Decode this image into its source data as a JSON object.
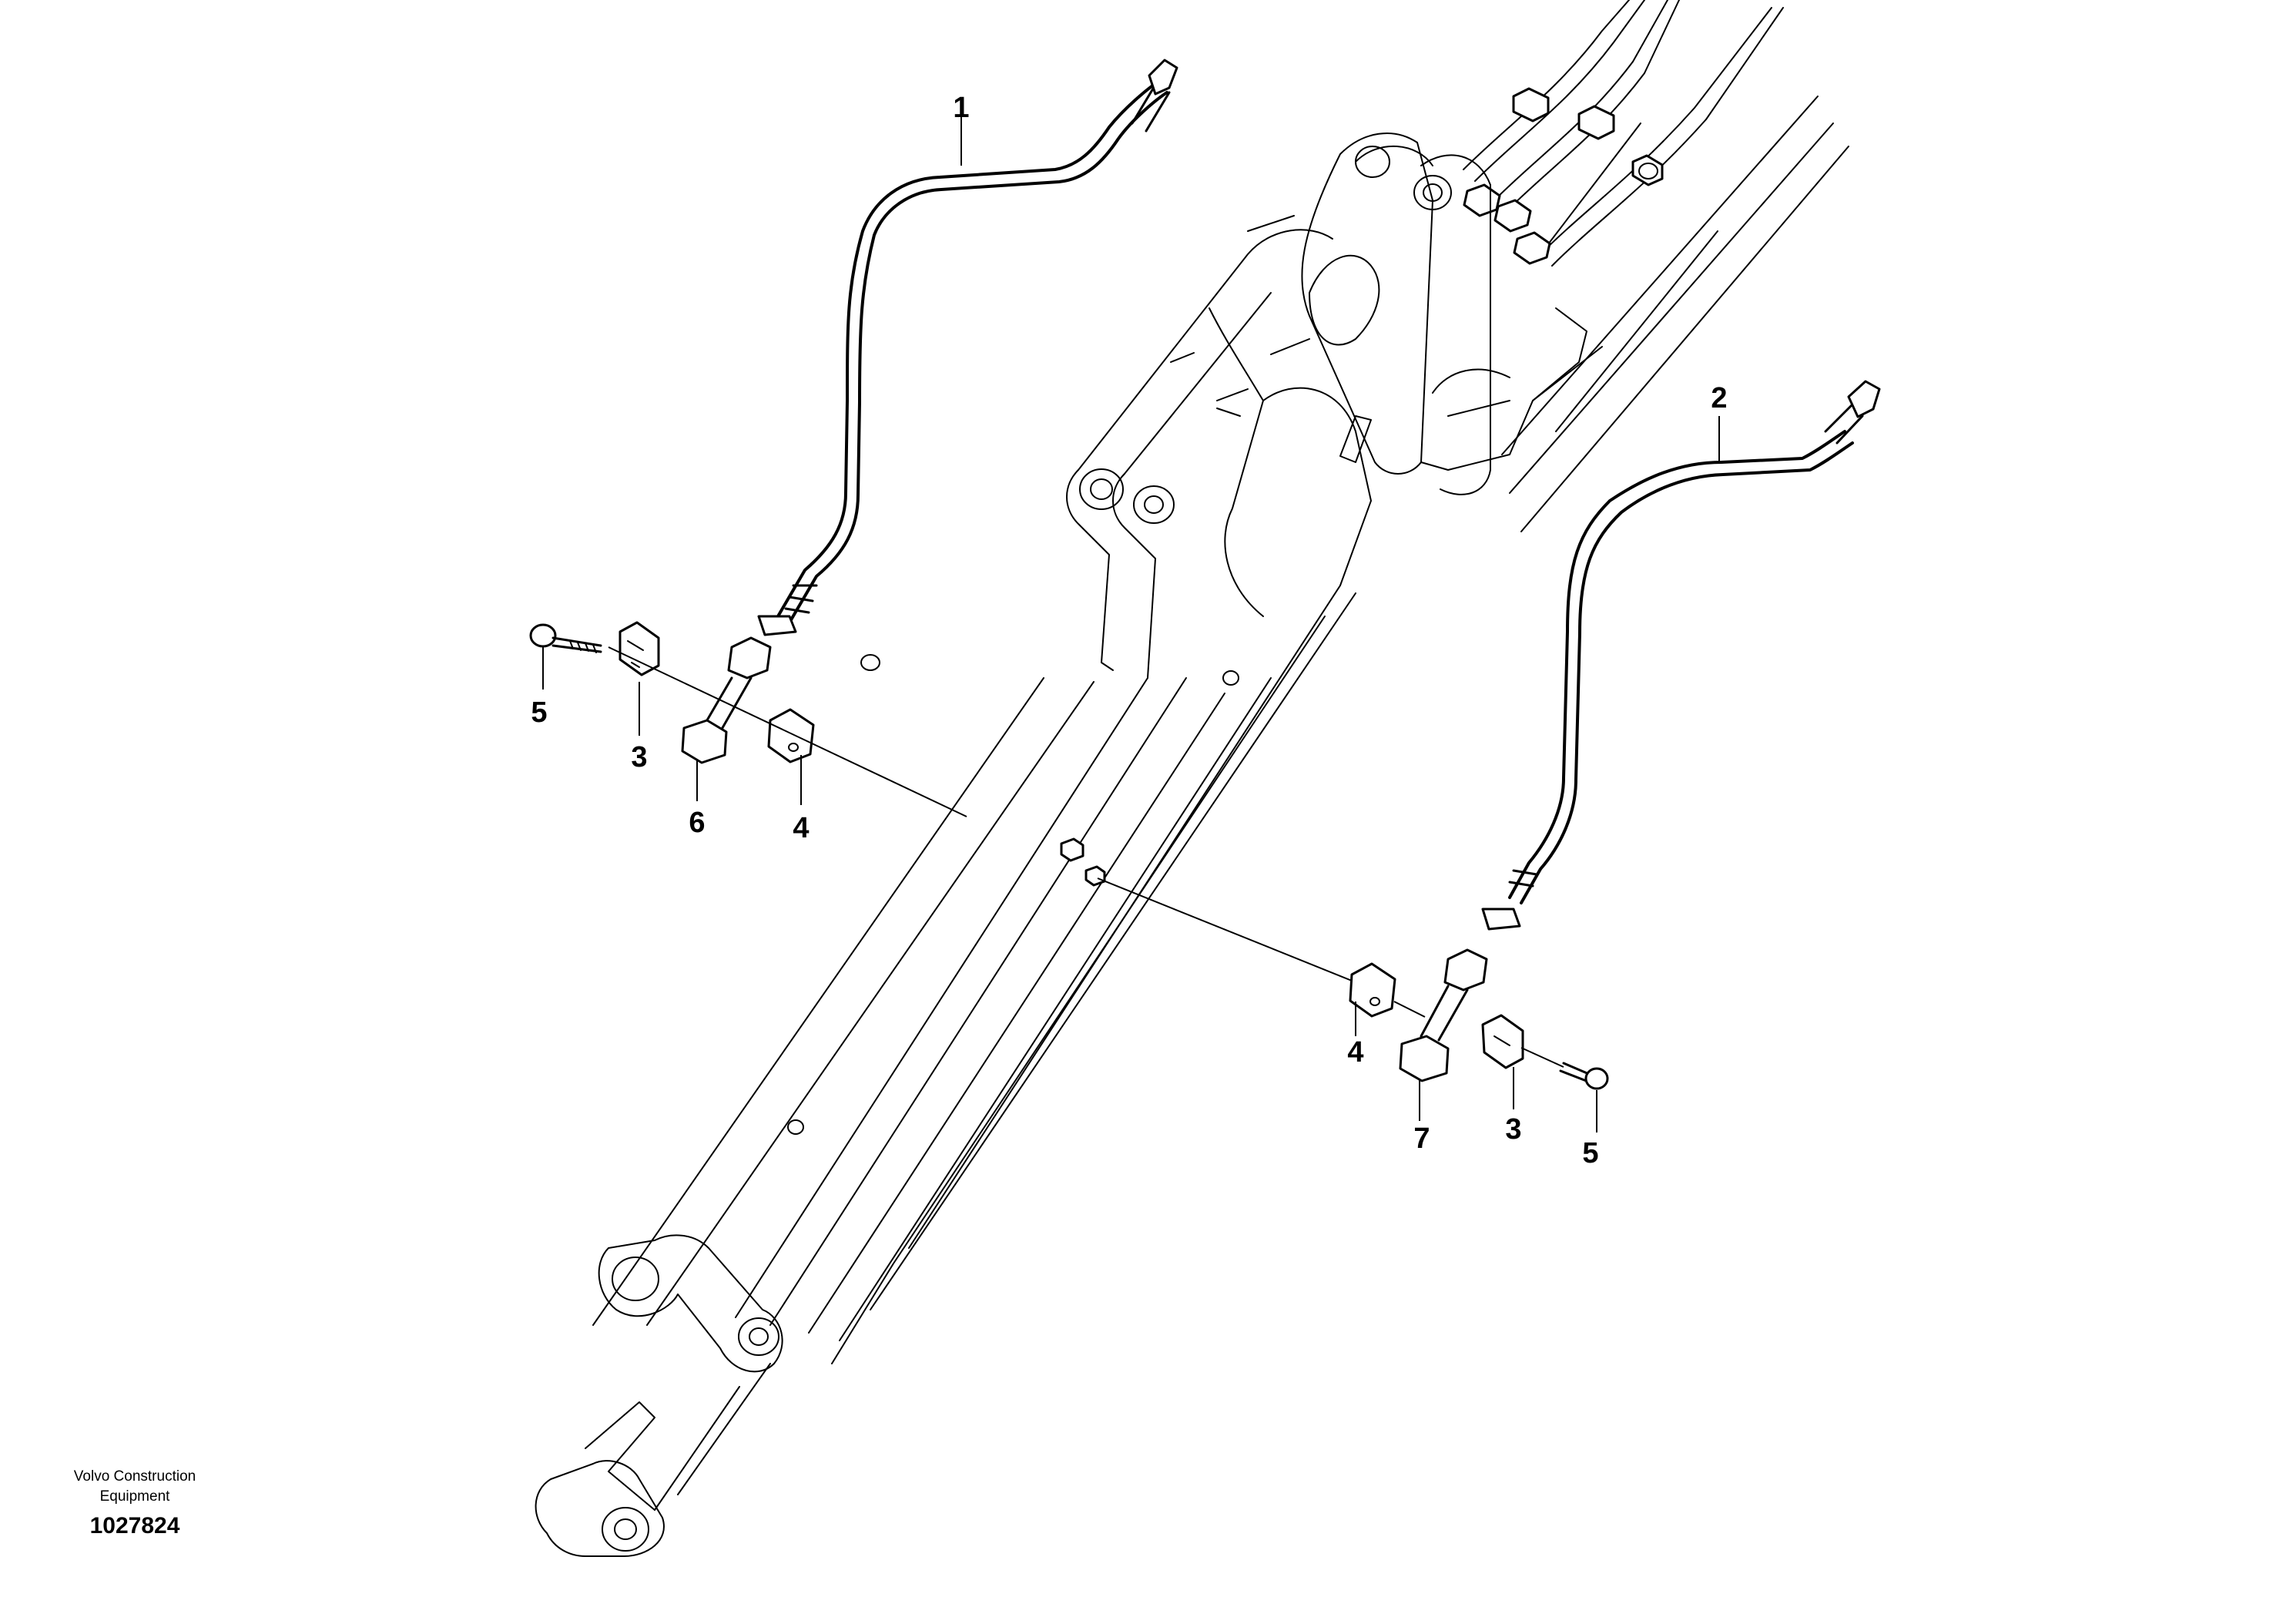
{
  "diagram": {
    "callouts": [
      {
        "id": "1",
        "label": "1"
      },
      {
        "id": "2",
        "label": "2"
      },
      {
        "id": "3a",
        "label": "3"
      },
      {
        "id": "3b",
        "label": "3"
      },
      {
        "id": "4a",
        "label": "4"
      },
      {
        "id": "4b",
        "label": "4"
      },
      {
        "id": "5a",
        "label": "5"
      },
      {
        "id": "5b",
        "label": "5"
      },
      {
        "id": "6",
        "label": "6"
      },
      {
        "id": "7",
        "label": "7"
      }
    ]
  },
  "footer": {
    "brand_line1": "Volvo Construction",
    "brand_line2": "Equipment",
    "doc_number": "1027824"
  }
}
